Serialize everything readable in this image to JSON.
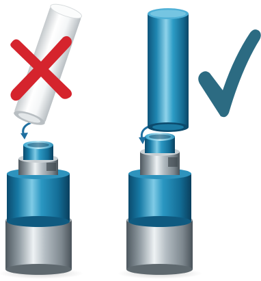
{
  "colors": {
    "background": "#ffffff",
    "cross_mark": "#d5242d",
    "check_mark": "#2c6b82",
    "blue_dark": "#0f5f86",
    "blue_mid": "#1e86b0",
    "blue_light": "#8fd3ea",
    "silver_dark": "#59636a",
    "silver_mid": "#a9b2b8",
    "silver_light": "#e8edf0",
    "white_cap_shade": "#cfd4d7",
    "white_cap_highlight": "#ffffff",
    "arrow": "#1f6fa0"
  },
  "icons": {
    "incorrect": "red-cross-icon",
    "correct": "teal-checkmark-icon",
    "rotation_arrow": "curved-arrow-icon"
  },
  "panels": [
    {
      "id": "incorrect",
      "cap": "white-cap",
      "mark": "cross"
    },
    {
      "id": "correct",
      "cap": "blue-cap",
      "mark": "check"
    }
  ]
}
